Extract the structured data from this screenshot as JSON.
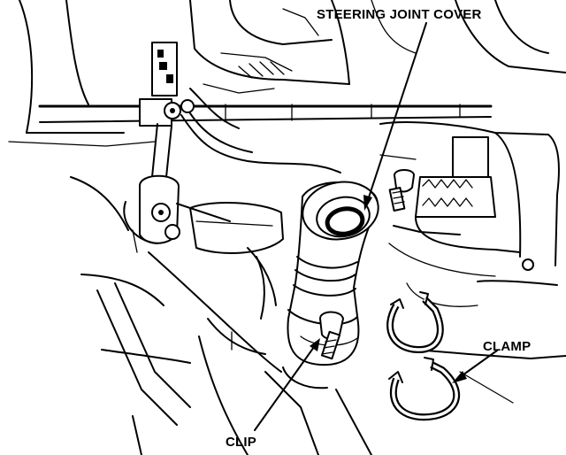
{
  "labels": {
    "steering_joint_cover": "STEERING JOINT COVER",
    "clamp": "CLAMP",
    "clip": "CLIP"
  }
}
